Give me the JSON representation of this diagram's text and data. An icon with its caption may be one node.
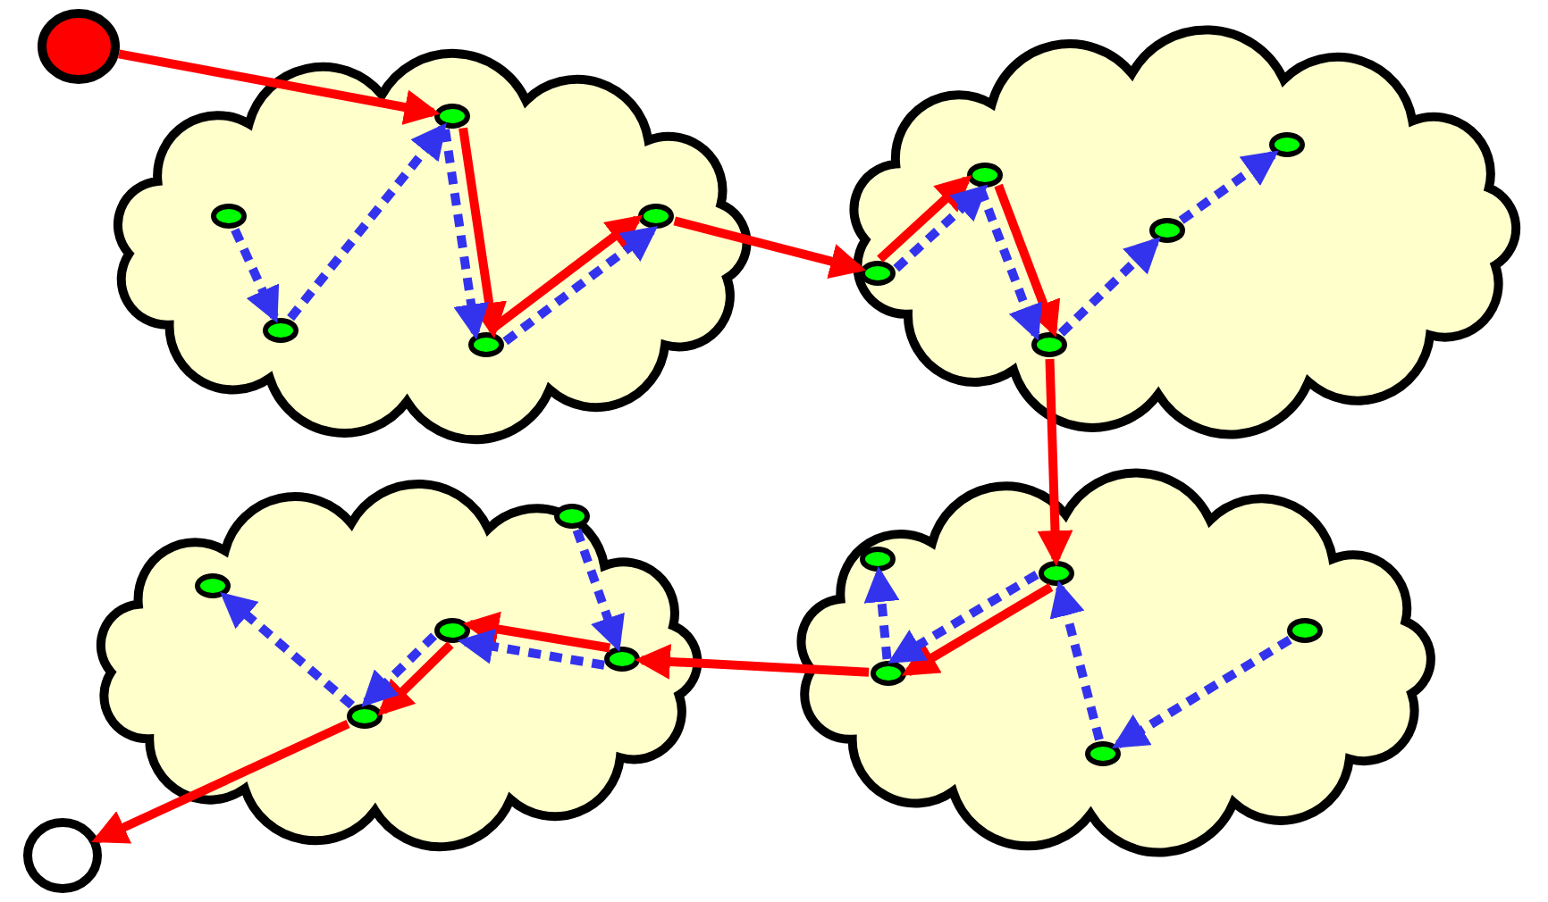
{
  "diagram": {
    "nodes": [
      {
        "text": [],
        "shape": "circle"
      },
      {
        "text": [],
        "shape": "cloud"
      },
      {
        "text": [],
        "shape": "circle",
        "in": 1
      },
      {
        "text": [],
        "shape": "circle",
        "in": 1
      },
      {
        "text": [],
        "shape": "circle",
        "in": 1
      },
      {
        "text": [],
        "shape": "circle",
        "in": 1
      },
      {
        "text": [],
        "shape": "circle",
        "in": 1
      },
      {
        "text": [],
        "shape": "cloud"
      },
      {
        "text": [],
        "shape": "circle",
        "in": 7
      },
      {
        "text": [],
        "shape": "circle",
        "in": 7
      },
      {
        "text": [],
        "shape": "circle",
        "in": 7
      },
      {
        "text": [],
        "shape": "circle",
        "in": 7
      },
      {
        "text": [],
        "shape": "circle",
        "in": 7
      },
      {
        "text": [],
        "shape": "cloud"
      },
      {
        "text": [],
        "shape": "circle",
        "in": 13
      },
      {
        "text": [],
        "shape": "circle",
        "in": 13
      },
      {
        "text": [],
        "shape": "circle",
        "in": 13
      },
      {
        "text": [],
        "shape": "circle",
        "in": 13
      },
      {
        "text": [],
        "shape": "circle",
        "in": 13
      },
      {
        "text": [],
        "shape": "cloud"
      },
      {
        "text": [],
        "shape": "circle",
        "in": 19
      },
      {
        "text": [],
        "shape": "circle",
        "in": 19
      },
      {
        "text": [],
        "shape": "circle",
        "in": 19
      },
      {
        "text": [],
        "shape": "circle",
        "in": 19
      },
      {
        "text": [],
        "shape": "circle",
        "in": 19
      },
      {
        "text": [],
        "shape": "circle"
      }
    ],
    "edges": [
      {
        "from": 0,
        "to": 4,
        "arrow": "to",
        "color": "#ff0000"
      },
      {
        "from": 4,
        "to": 5,
        "arrow": "to",
        "color": "#ff0000"
      },
      {
        "from": 5,
        "to": 6,
        "arrow": "to",
        "color": "#ff0000"
      },
      {
        "from": 6,
        "to": 8,
        "arrow": "to",
        "color": "#ff0000"
      },
      {
        "from": 8,
        "to": 9,
        "arrow": "to",
        "color": "#ff0000"
      },
      {
        "from": 9,
        "to": 10,
        "arrow": "to",
        "color": "#ff0000"
      },
      {
        "from": 10,
        "to": 21,
        "arrow": "to",
        "color": "#ff0000"
      },
      {
        "from": 21,
        "to": 22,
        "arrow": "to",
        "color": "#ff0000"
      },
      {
        "from": 22,
        "to": 18,
        "arrow": "to",
        "color": "#ff0000"
      },
      {
        "from": 18,
        "to": 15,
        "arrow": "to",
        "color": "#ff0000"
      },
      {
        "from": 15,
        "to": 16,
        "arrow": "to",
        "color": "#ff0000"
      },
      {
        "from": 16,
        "to": 25,
        "arrow": "to",
        "color": "#ff0000"
      },
      {
        "from": 2,
        "to": 3,
        "arrow": "to",
        "style": "dashed"
      },
      {
        "from": 3,
        "to": 4,
        "arrow": "to",
        "style": "dashed"
      },
      {
        "from": 4,
        "to": 5,
        "arrow": "to",
        "style": "dashed"
      },
      {
        "from": 5,
        "to": 6,
        "arrow": "to",
        "style": "dashed"
      },
      {
        "from": 8,
        "to": 9,
        "arrow": "to",
        "style": "dashed"
      },
      {
        "from": 9,
        "to": 10,
        "arrow": "to",
        "style": "dashed"
      },
      {
        "from": 10,
        "to": 11,
        "arrow": "to",
        "style": "dashed"
      },
      {
        "from": 11,
        "to": 12,
        "arrow": "to",
        "style": "dashed"
      },
      {
        "from": 17,
        "to": 18,
        "arrow": "to",
        "style": "dashed"
      },
      {
        "from": 18,
        "to": 15,
        "arrow": "to",
        "style": "dashed"
      },
      {
        "from": 15,
        "to": 16,
        "arrow": "to",
        "style": "dashed"
      },
      {
        "from": 16,
        "to": 14,
        "arrow": "to",
        "style": "dashed"
      },
      {
        "from": 22,
        "to": 20,
        "arrow": "to",
        "style": "dashed"
      },
      {
        "from": 21,
        "to": 22,
        "arrow": "to",
        "style": "dashed"
      },
      {
        "from": 23,
        "to": 21,
        "arrow": "to",
        "style": "dashed"
      },
      {
        "from": 24,
        "to": 23,
        "arrow": "to",
        "style": "dashed"
      }
    ]
  }
}
